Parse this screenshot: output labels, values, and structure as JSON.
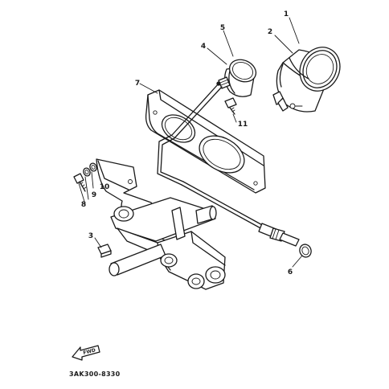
{
  "callouts": [
    {
      "id": "1",
      "label": "1"
    },
    {
      "id": "2",
      "label": "2"
    },
    {
      "id": "3",
      "label": "3"
    },
    {
      "id": "4",
      "label": "4"
    },
    {
      "id": "5",
      "label": "5"
    },
    {
      "id": "6",
      "label": "6"
    },
    {
      "id": "7",
      "label": "7"
    },
    {
      "id": "8",
      "label": "8"
    },
    {
      "id": "9",
      "label": "9"
    },
    {
      "id": "10",
      "label": "10"
    },
    {
      "id": "11",
      "label": "11"
    }
  ],
  "fwd_label": "FWD",
  "diagram_code": "3AK300-8330"
}
